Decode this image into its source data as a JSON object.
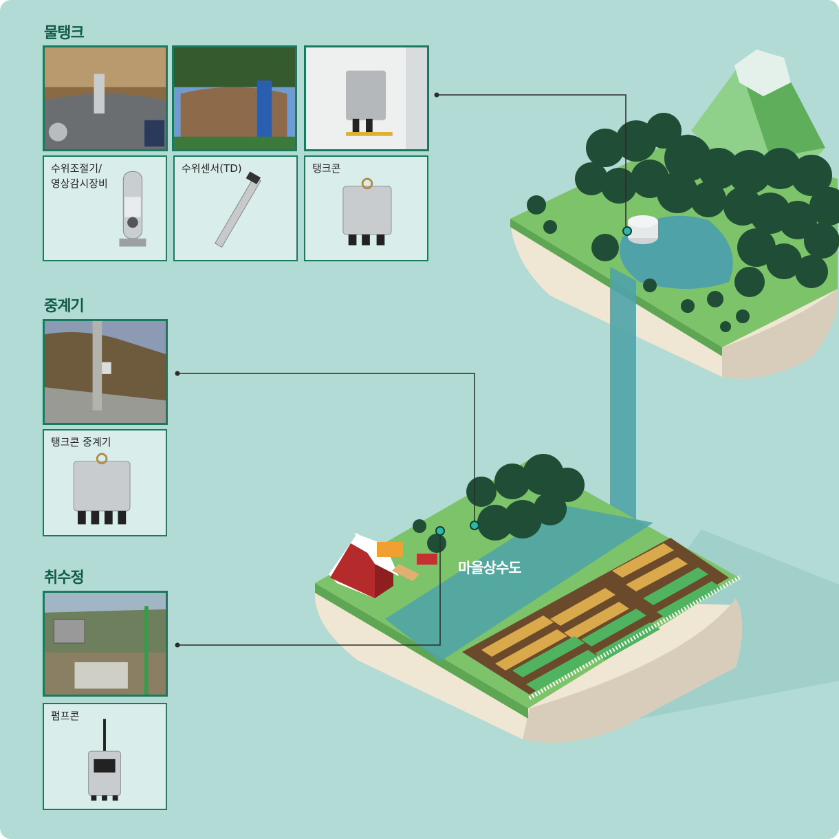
{
  "sections": {
    "water_tank": {
      "title": "물탱크",
      "cards": [
        {
          "label": "수위조절기/\n영상감시장비"
        },
        {
          "label": "수위센서(TD)"
        },
        {
          "label": "탱크콘"
        }
      ]
    },
    "repeater": {
      "title": "중계기",
      "cards": [
        {
          "label": "탱크콘 중계기"
        }
      ]
    },
    "intake_well": {
      "title": "취수정",
      "cards": [
        {
          "label": "펌프콘"
        }
      ]
    }
  },
  "village_label": "마을상수도",
  "colors": {
    "background": "#b2dbd6",
    "accent": "#1a7a5e",
    "title": "#0e5c46",
    "grass": "#7cc36a",
    "tree": "#1f4d35",
    "water": "#4fa3a8"
  }
}
